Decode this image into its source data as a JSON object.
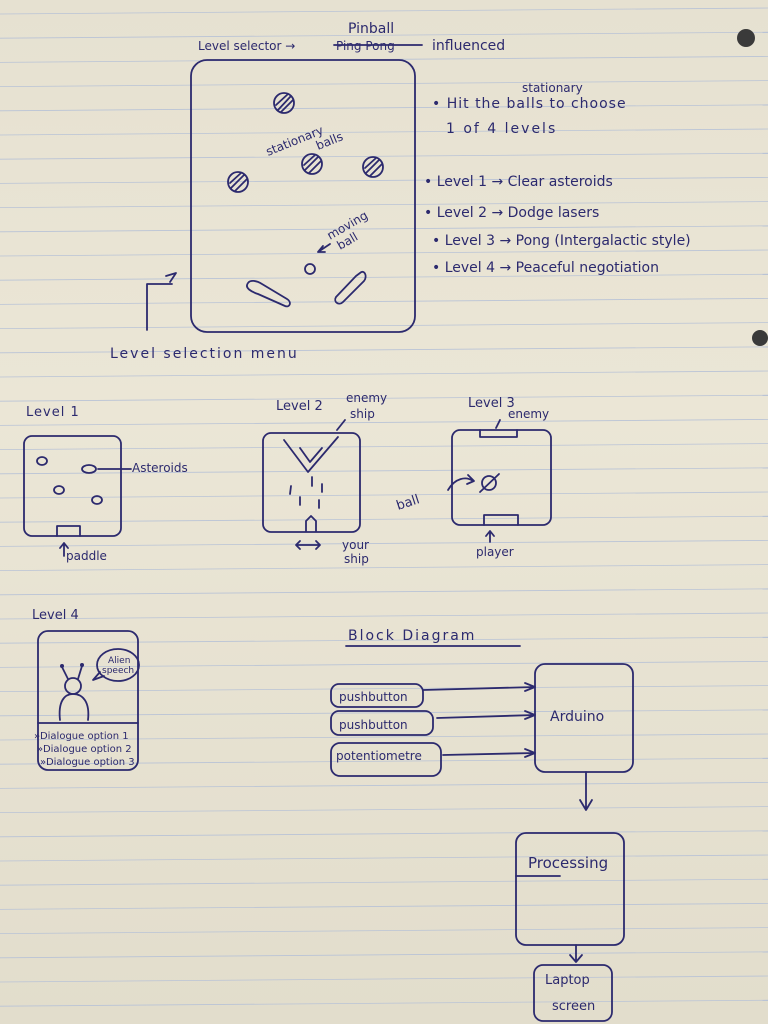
{
  "page": {
    "ink_color": "#2c2a6e",
    "paper_color": "#ebe6d6",
    "rule_color": "#b9c3d6"
  },
  "pinball": {
    "title": "Pinball",
    "subtitle_left": "Level selector →",
    "subtitle_struck": "Ping Pong",
    "subtitle_right": "influenced",
    "label_stationary": "stationary",
    "label_balls": "balls",
    "label_moving": "moving",
    "label_ball": "ball",
    "label_menu": "Level selection menu"
  },
  "notes": {
    "stationary_note": "stationary",
    "line1": "• Hit the balls to choose",
    "line2": "1 of 4 levels",
    "level1": "• Level 1 → Clear asteroids",
    "level2": "• Level 2 → Dodge lasers",
    "level3": "• Level 3 → Pong (Intergalactic style)",
    "level4": "• Level 4 → Peaceful negotiation"
  },
  "level1": {
    "title": "Level 1",
    "asteroids": "Asteroids",
    "paddle": "paddle"
  },
  "level2": {
    "title": "Level 2",
    "enemy": "enemy",
    "ship": "ship",
    "your": "your",
    "your_ship": "ship"
  },
  "level3": {
    "title": "Level 3",
    "enemy": "enemy",
    "ball": "ball",
    "player": "player"
  },
  "level4": {
    "title": "Level 4",
    "speech1": "Alien",
    "speech2": "speech",
    "options": [
      "»Dialogue option 1",
      "»Dialogue option 2",
      "»Dialogue option 3"
    ]
  },
  "block_diagram": {
    "title": "Block Diagram",
    "inputs": [
      "pushbutton",
      "pushbutton",
      "potentiometre"
    ],
    "arduino": "Arduino",
    "processing": "Processing",
    "laptop1": "Laptop",
    "laptop2": "screen"
  }
}
